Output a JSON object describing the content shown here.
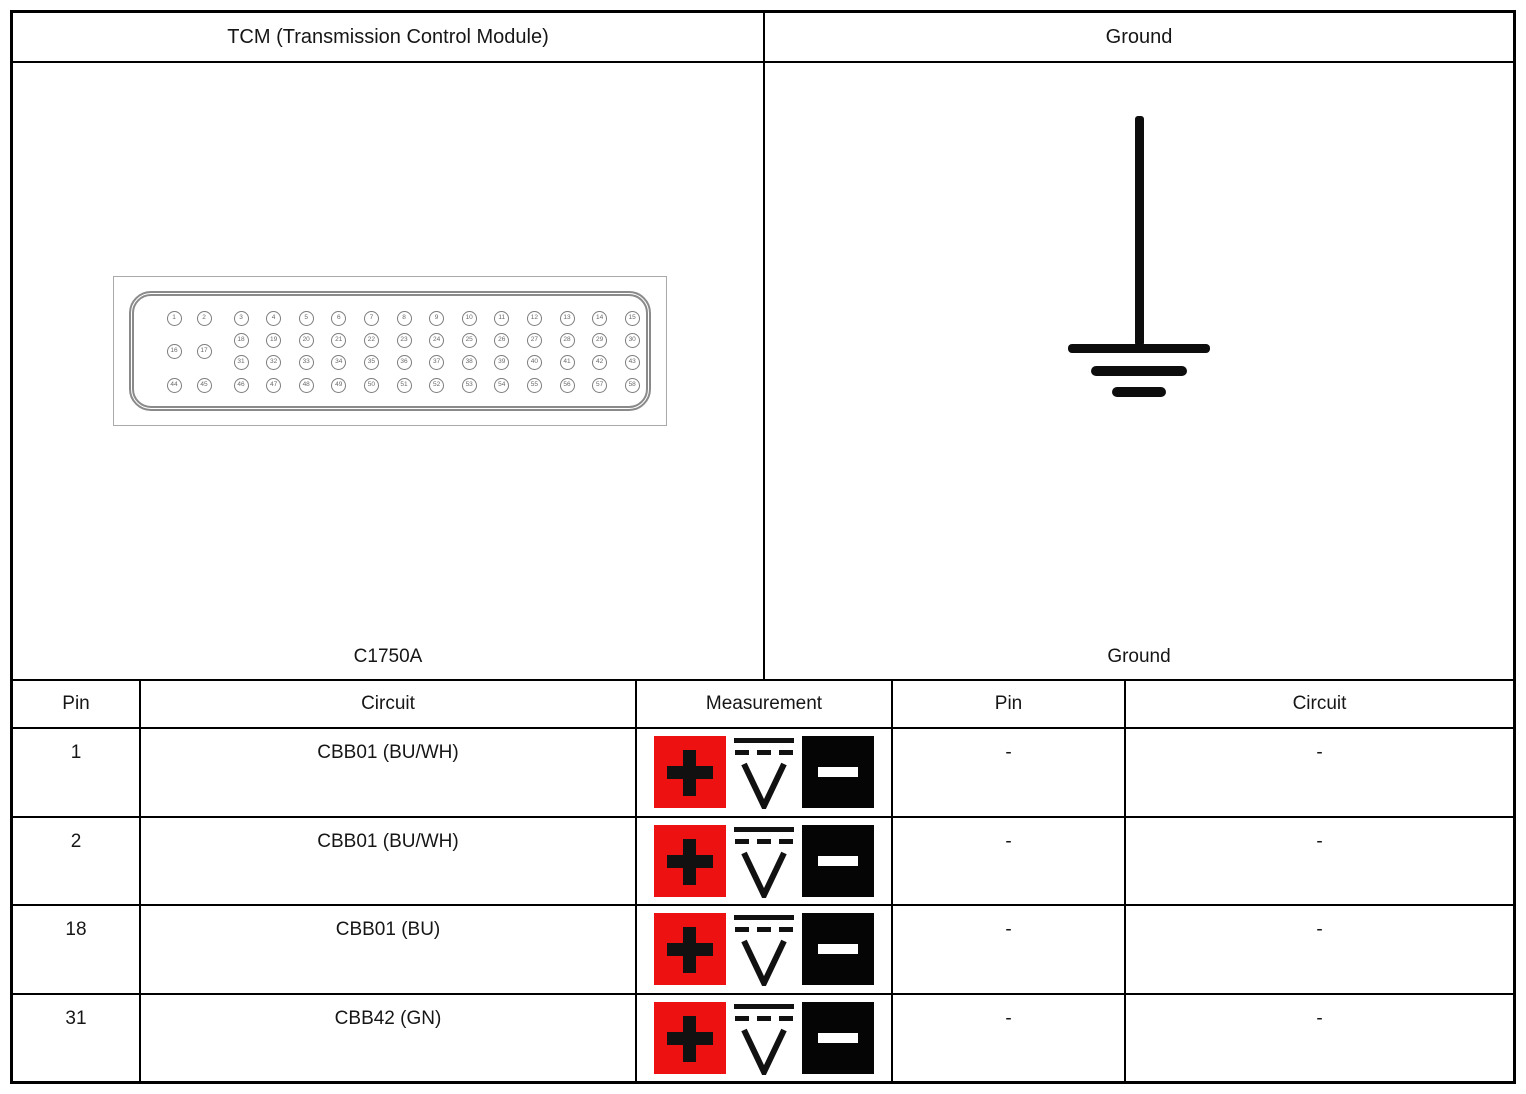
{
  "header": {
    "left_title": "TCM (Transmission Control Module)",
    "right_title": "Ground"
  },
  "connector_labels": {
    "left": "C1750A",
    "right": "Ground"
  },
  "table": {
    "headers": {
      "pin_left": "Pin",
      "circuit_left": "Circuit",
      "measurement": "Measurement",
      "pin_right": "Pin",
      "circuit_right": "Circuit"
    },
    "rows": [
      {
        "pin": "1",
        "circuit": "CBB01 (BU/WH)",
        "ground_pin": "-",
        "ground_circuit": "-"
      },
      {
        "pin": "2",
        "circuit": "CBB01 (BU/WH)",
        "ground_pin": "-",
        "ground_circuit": "-"
      },
      {
        "pin": "18",
        "circuit": "CBB01 (BU)",
        "ground_pin": "-",
        "ground_circuit": "-"
      },
      {
        "pin": "31",
        "circuit": "CBB42 (GN)",
        "ground_pin": "-",
        "ground_circuit": "-"
      }
    ]
  },
  "measurement_icons": {
    "positive_symbol": "+",
    "voltage_symbol": "V",
    "negative_symbol": "-",
    "positive_color": "#ee1111",
    "negative_color": "#050505",
    "symbol_ink": "#111111",
    "minus_bar_color": "#ffffff"
  },
  "connector": {
    "left_block": {
      "top": [
        "1",
        "2"
      ],
      "middle": [
        "16",
        "17"
      ],
      "bottom": [
        "44",
        "45"
      ]
    },
    "main_block_rows": [
      [
        "3",
        "4",
        "5",
        "6",
        "7",
        "8",
        "9",
        "10",
        "11",
        "12",
        "13",
        "14",
        "15"
      ],
      [
        "18",
        "19",
        "20",
        "21",
        "22",
        "23",
        "24",
        "25",
        "26",
        "27",
        "28",
        "29",
        "30"
      ],
      [
        "31",
        "32",
        "33",
        "34",
        "35",
        "36",
        "37",
        "38",
        "39",
        "40",
        "41",
        "42",
        "43"
      ],
      [
        "46",
        "47",
        "48",
        "49",
        "50",
        "51",
        "52",
        "53",
        "54",
        "55",
        "56",
        "57",
        "58"
      ]
    ]
  }
}
